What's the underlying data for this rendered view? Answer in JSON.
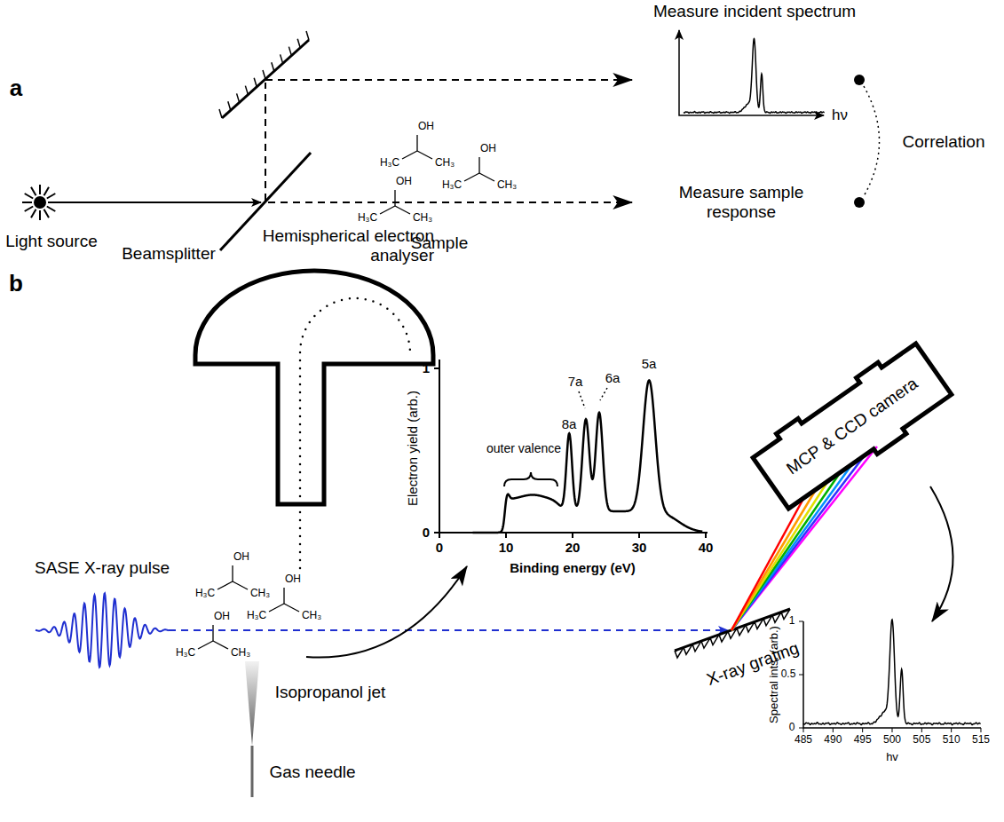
{
  "diagram": {
    "nodes": [
      {
        "text": [
          "Hemispherical electron analyser"
        ]
      },
      {
        "text": [
          "MCP & CCD camera"
        ]
      }
    ],
    "labels": [
      "a",
      "Light source",
      "Beamsplitter",
      "Sample",
      "Measure incident spectrum",
      "hν",
      "Measure sample response",
      "Correlation",
      "OH",
      "H₃C",
      "CH₃",
      "OH",
      "H₃C",
      "CH₃",
      "OH",
      "H₃C",
      "CH₃",
      "b",
      "SASE X-ray pulse",
      "Isopropanol jet",
      "Gas needle",
      "OH",
      "H₃C",
      "CH₃",
      "OH",
      "H₃C",
      "CH₃",
      "OH",
      "H₃C",
      "CH₃",
      "Electron yield (arb.)",
      "Binding energy (eV)",
      "0",
      "10",
      "20",
      "30",
      "40",
      "0",
      "1",
      "outer valence",
      "8a",
      "7a",
      "6a",
      "5a",
      "X-ray grating",
      "Spectral ints. (arb.)",
      "0",
      "0.5",
      "1",
      "485",
      "490",
      "495",
      "500",
      "505",
      "510",
      "515",
      "hv"
    ]
  }
}
